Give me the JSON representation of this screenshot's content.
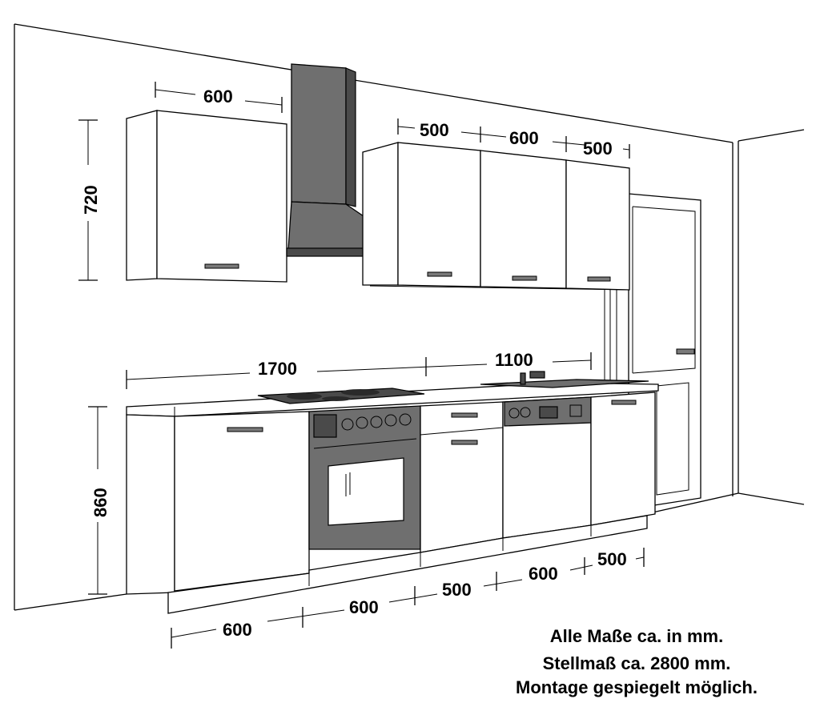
{
  "dimensions": {
    "upper_left_width": "600",
    "upper_height": "720",
    "upper_right_1": "500",
    "upper_right_2": "600",
    "upper_right_3": "500",
    "counter_left": "1700",
    "counter_right": "1100",
    "base_height": "860",
    "base_1": "600",
    "base_2": "600",
    "base_3": "500",
    "base_4": "600",
    "base_5": "500"
  },
  "notes": {
    "line1": "Alle Maße ca. in mm.",
    "line2": "Stellmaß ca. 2800 mm.",
    "line3": "Montage gespiegelt möglich."
  },
  "colors": {
    "line": "#000000",
    "appliance": "#6f6f6f",
    "background": "#ffffff"
  }
}
